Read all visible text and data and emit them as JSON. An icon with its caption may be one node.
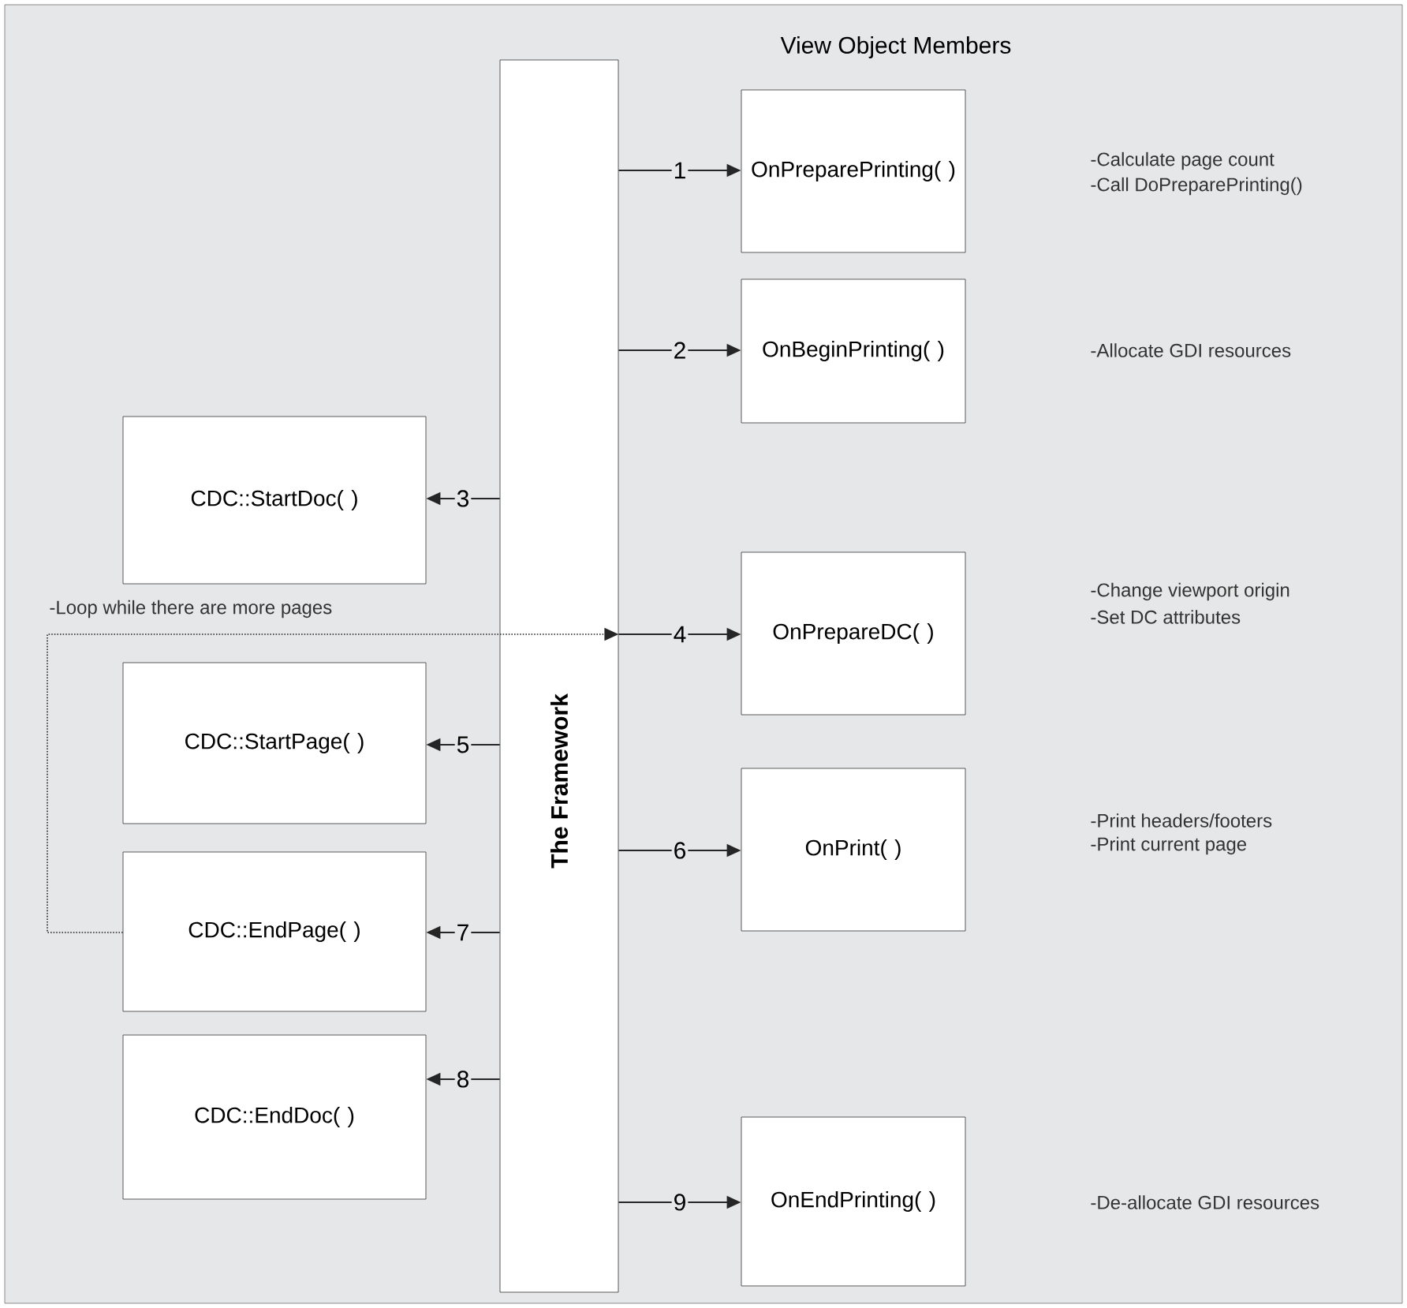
{
  "diagram": {
    "title": "View Object Members",
    "nodes": [
      {
        "text": [
          "The Framework"
        ]
      },
      {
        "text": [
          "OnPreparePrinting( )"
        ]
      },
      {
        "text": [
          "OnBeginPrinting( )"
        ]
      },
      {
        "text": [
          "CDC::StartDoc( )"
        ]
      },
      {
        "text": [
          "OnPrepareDC( )"
        ]
      },
      {
        "text": [
          "CDC::StartPage( )"
        ]
      },
      {
        "text": [
          "OnPrint( )"
        ]
      },
      {
        "text": [
          "CDC::EndPage( )"
        ]
      },
      {
        "text": [
          "CDC::EndDoc( )"
        ]
      },
      {
        "text": [
          "OnEndPrinting( )"
        ]
      }
    ],
    "edges": [
      {
        "from": 0,
        "to": 1,
        "arrow": "to",
        "label": "1"
      },
      {
        "from": 0,
        "to": 2,
        "arrow": "to",
        "label": "2"
      },
      {
        "from": 0,
        "to": 3,
        "arrow": "to",
        "label": "3"
      },
      {
        "from": 0,
        "to": 4,
        "arrow": "to",
        "label": "4"
      },
      {
        "from": 0,
        "to": 5,
        "arrow": "to",
        "label": "5"
      },
      {
        "from": 0,
        "to": 6,
        "arrow": "to",
        "label": "6"
      },
      {
        "from": 0,
        "to": 7,
        "arrow": "to",
        "label": "7"
      },
      {
        "from": 0,
        "to": 8,
        "arrow": "to",
        "label": "8"
      },
      {
        "from": 0,
        "to": 9,
        "arrow": "to",
        "label": "9"
      },
      {
        "from": 7,
        "to": 0,
        "arrow": "to",
        "label": "-Loop while there are more pages",
        "style": "dashed"
      }
    ],
    "labels": [
      "-Calculate page count",
      "-Call DoPreparePrinting()",
      "-Allocate GDI resources",
      "-Change viewport origin",
      "-Set DC attributes",
      "-Print headers/footers",
      "-Print current page",
      "-De-allocate GDI resources"
    ]
  }
}
